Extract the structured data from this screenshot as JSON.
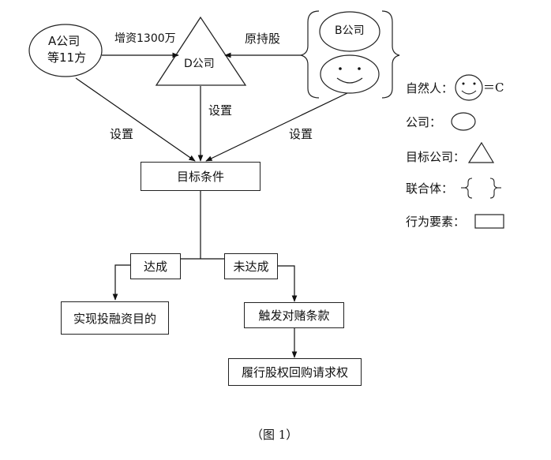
{
  "company_a": {
    "line1": "A公司",
    "line2": "等11方"
  },
  "company_d": "D公司",
  "company_b": "B公司",
  "edge_capital_increase": "增资1300万",
  "edge_original_holding": "原持股",
  "edge_set_a": "设置",
  "edge_set_d": "设置",
  "edge_set_b": "设置",
  "target_condition": "目标条件",
  "achieved": "达成",
  "not_achieved": "未达成",
  "realize_goal": "实现投融资目的",
  "trigger_clause": "触发对赌条款",
  "exercise_right": "履行股权回购请求权",
  "legend": {
    "natural_person": "自然人：",
    "natural_person_eq": "＝C",
    "company": "公司：",
    "target_company": "目标公司：",
    "consortium": "联合体：",
    "behavior_element": "行为要素："
  },
  "caption": "（图 1）"
}
